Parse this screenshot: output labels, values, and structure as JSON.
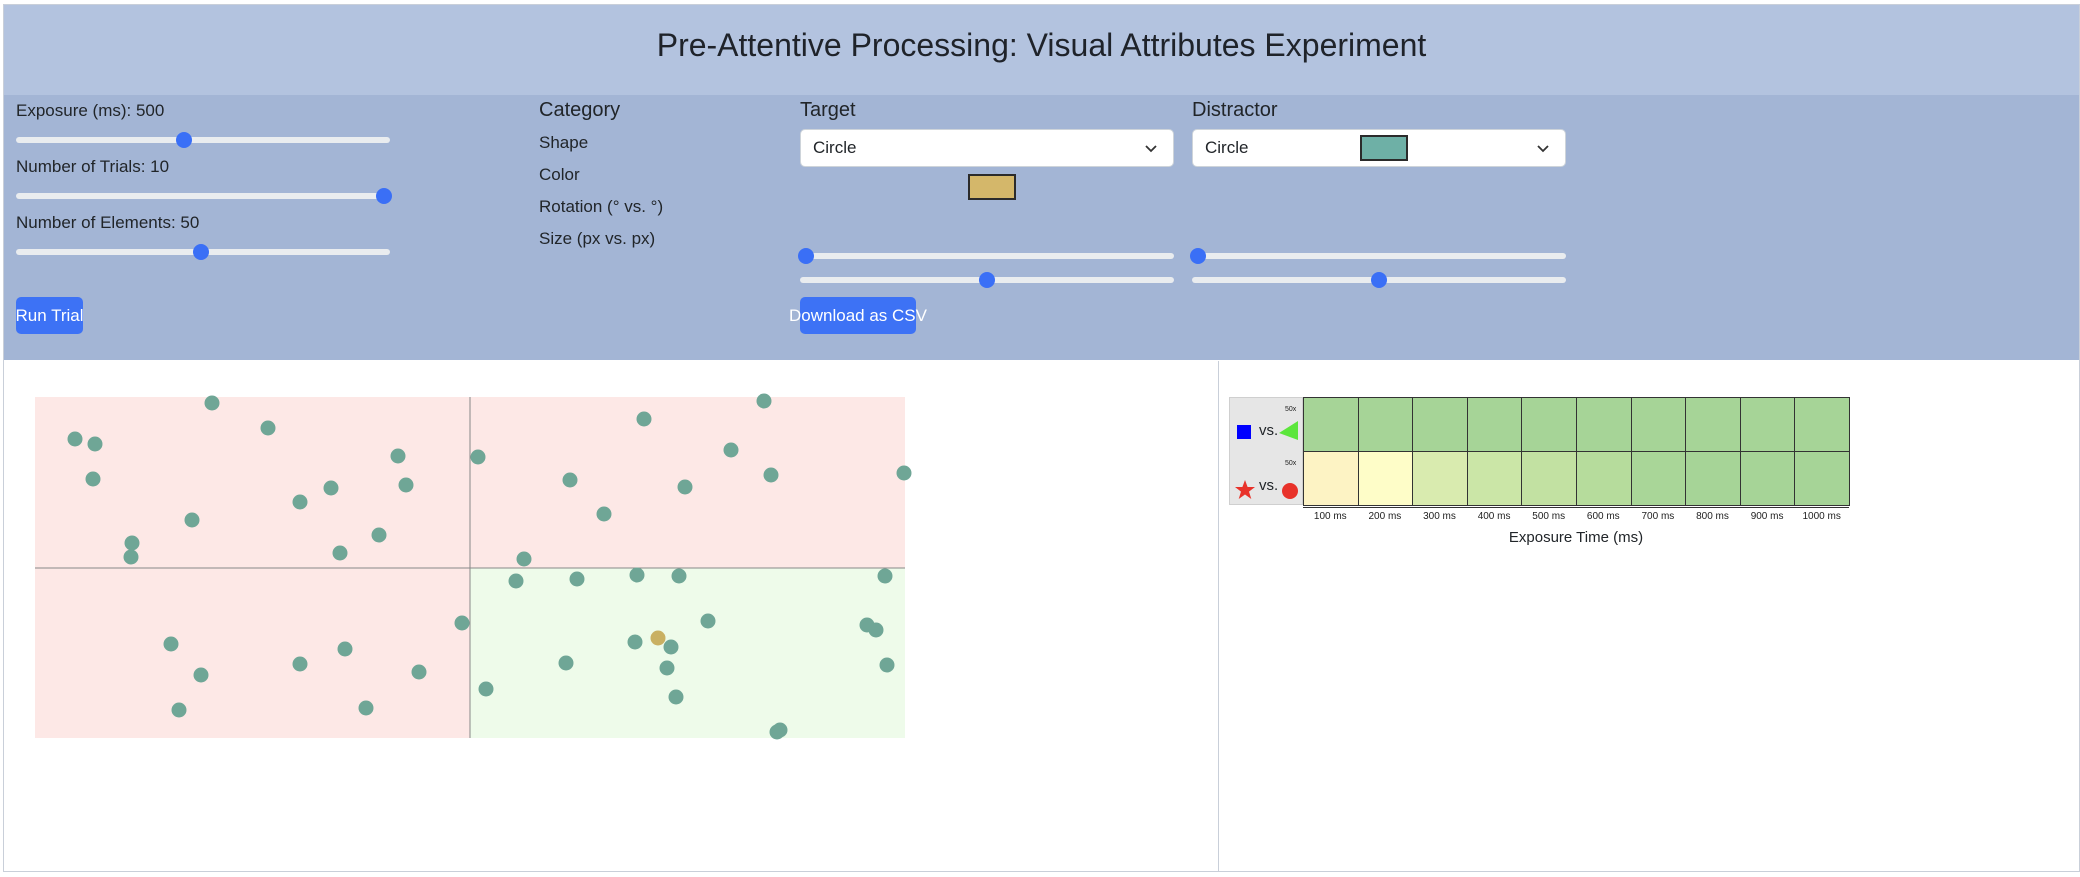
{
  "title": "Pre-Attentive Processing: Visual Attributes Experiment",
  "controls": {
    "exposure": {
      "label": "Exposure (ms): 500",
      "value": 500,
      "min": 100,
      "max": 1000
    },
    "trials": {
      "label": "Number of Trials: 10",
      "value": 10,
      "min": 1,
      "max": 10
    },
    "elements": {
      "label": "Number of Elements: 50",
      "value": 50,
      "min": 1,
      "max": 100
    },
    "run_button": "Run Trial",
    "download_button": "Download as CSV",
    "category": {
      "header": "Category",
      "rows": [
        "Shape",
        "Color",
        "Rotation (° vs. °)",
        "Size (px vs. px)"
      ]
    },
    "target": {
      "header": "Target",
      "shape": "Circle",
      "color": "#d4b76a",
      "rotation_fraction": 0.0,
      "size_fraction": 0.5
    },
    "distractor": {
      "header": "Distractor",
      "shape": "Circle",
      "color": "#6eb0a6",
      "rotation_fraction": 0.0,
      "size_fraction": 0.5
    }
  },
  "stimulus": {
    "colors": {
      "quadrant_miss": "#fde8e6",
      "quadrant_hit": "#eefbea",
      "distractor": "#6fa696",
      "target": "#c9b062",
      "axis": "#888888"
    }
  },
  "heatmap": {
    "x_label": "Exposure Time (ms)",
    "x_ticks": [
      "100 ms",
      "200 ms",
      "300 ms",
      "400 ms",
      "500 ms",
      "600 ms",
      "700 ms",
      "800 ms",
      "900 ms",
      "1000 ms"
    ],
    "rows": [
      {
        "left": "square-icon",
        "vs": "vs.",
        "right": "triangle-icon",
        "badge": "50x",
        "left_color": "#0000ff",
        "right_color": "#5ce63c",
        "colors": [
          "#a6d497",
          "#a6d497",
          "#a6d497",
          "#a6d497",
          "#a6d497",
          "#a6d497",
          "#a6d497",
          "#a6d497",
          "#a6d497",
          "#a6d497"
        ]
      },
      {
        "left": "star-icon",
        "vs": "vs.",
        "right": "circle-icon",
        "badge": "50x",
        "left_color": "#e8322a",
        "right_color": "#e8322a",
        "colors": [
          "#fdf3c4",
          "#fefdc8",
          "#d9ebaf",
          "#cbe6a7",
          "#c2e1a2",
          "#b6dc9c",
          "#a9d698",
          "#a6d497",
          "#a6d497",
          "#a6d497"
        ]
      }
    ]
  }
}
